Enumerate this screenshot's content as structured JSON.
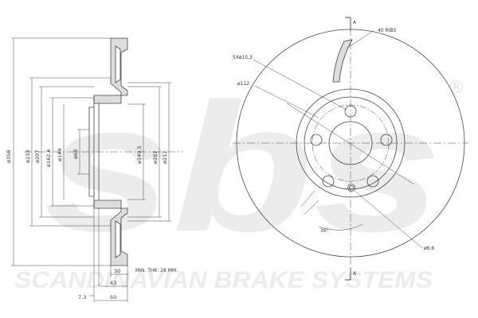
{
  "watermark": {
    "logo_text": "sbs",
    "registered_mark": "®",
    "brand_line": "SCANDINAVIAN BRAKE SYSTEMS",
    "color": "#e9e9ea"
  },
  "section_view": {
    "diameters": [
      "ø358",
      "ø233",
      "ø207",
      "ø162,6",
      "ø149",
      "ø68",
      "ø149,5",
      "ø207",
      "ø212"
    ],
    "bottom_dims": [
      "30",
      "43",
      "7,3",
      "50"
    ],
    "min_thickness_note": "MIN. THK. 28 MM."
  },
  "front_view": {
    "section_marker": "A",
    "ribs_label": "40 RIBS",
    "bolt_label": "5Xø15,3",
    "pcd_label": "ø112",
    "angle_label": "36°",
    "hole_label": "ø6,6"
  },
  "colors": {
    "line": "#444444",
    "fill": "#dddddd",
    "text": "#333333"
  }
}
